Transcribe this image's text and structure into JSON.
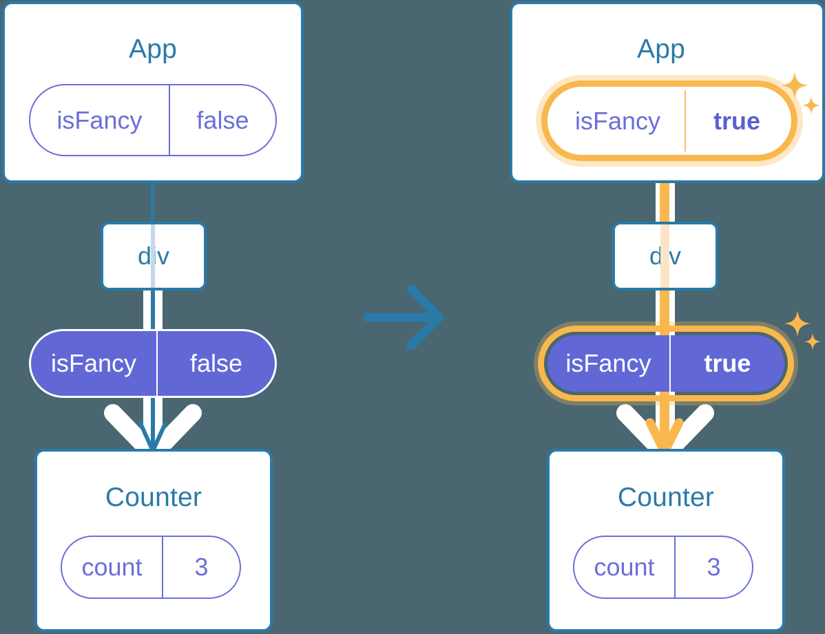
{
  "meta": {
    "background_color": "#4a6670",
    "blue": "#2a7aa8",
    "purple": "#6168d6",
    "purple_outline": "#6a6fd8",
    "orange": "#f8b84e",
    "orange_glow": "#fae0b4",
    "white": "#ffffff"
  },
  "left_diagram": {
    "name": "before-state",
    "app": {
      "title": "App",
      "state": {
        "key": "isFancy",
        "value": "false",
        "highlighted": false
      }
    },
    "div": {
      "label": "div"
    },
    "prop": {
      "key": "isFancy",
      "value": "false",
      "highlighted": false
    },
    "counter": {
      "title": "Counter",
      "state": {
        "key": "count",
        "value": "3",
        "highlighted": false
      }
    }
  },
  "transition": {
    "icon": "arrow-right-icon",
    "color": "#2a7aa8"
  },
  "right_diagram": {
    "name": "after-state",
    "app": {
      "title": "App",
      "state": {
        "key": "isFancy",
        "value": "true",
        "highlighted": true
      }
    },
    "div": {
      "label": "div"
    },
    "prop": {
      "key": "isFancy",
      "value": "true",
      "highlighted": true
    },
    "counter": {
      "title": "Counter",
      "state": {
        "key": "count",
        "value": "3",
        "highlighted": false
      }
    },
    "sparkles": [
      {
        "name": "sparkle-large-icon"
      },
      {
        "name": "sparkle-small-icon"
      }
    ]
  }
}
